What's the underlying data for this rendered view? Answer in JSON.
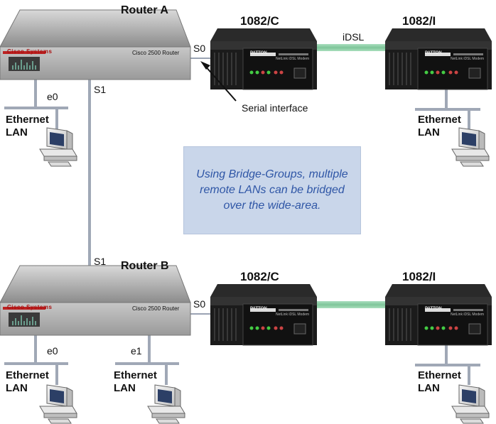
{
  "routers": [
    {
      "title": "Router A",
      "brand": "Cisco Systems",
      "model_text": "Cisco 2500 Router",
      "port_serial_wan": "S0",
      "port_serial_link": "S1",
      "port_eth": [
        "e0"
      ]
    },
    {
      "title": "Router B",
      "brand": "Cisco Systems",
      "model_text": "Cisco 2500 Router",
      "port_serial_wan": "S0",
      "port_serial_link": "S1",
      "port_eth": [
        "e0",
        "e1"
      ]
    }
  ],
  "modems": {
    "central": "1082/C",
    "remote": "1082/I",
    "brand": "PATTON",
    "subtitle": "NetLink  iDSL Modem"
  },
  "link_label": "iDSL",
  "serial_interface_label": "Serial interface",
  "lan_label": "Ethernet LAN",
  "lan_line1": "Ethernet",
  "lan_line2": "LAN",
  "callout": "Using Bridge-Groups, multiple remote LANs can be bridged over the wide-area.",
  "colors": {
    "callout_bg": "#c9d6ea",
    "callout_text": "#2f56a6",
    "idsl_link": "#8fd1a8",
    "cable": "#9aa3b3"
  }
}
